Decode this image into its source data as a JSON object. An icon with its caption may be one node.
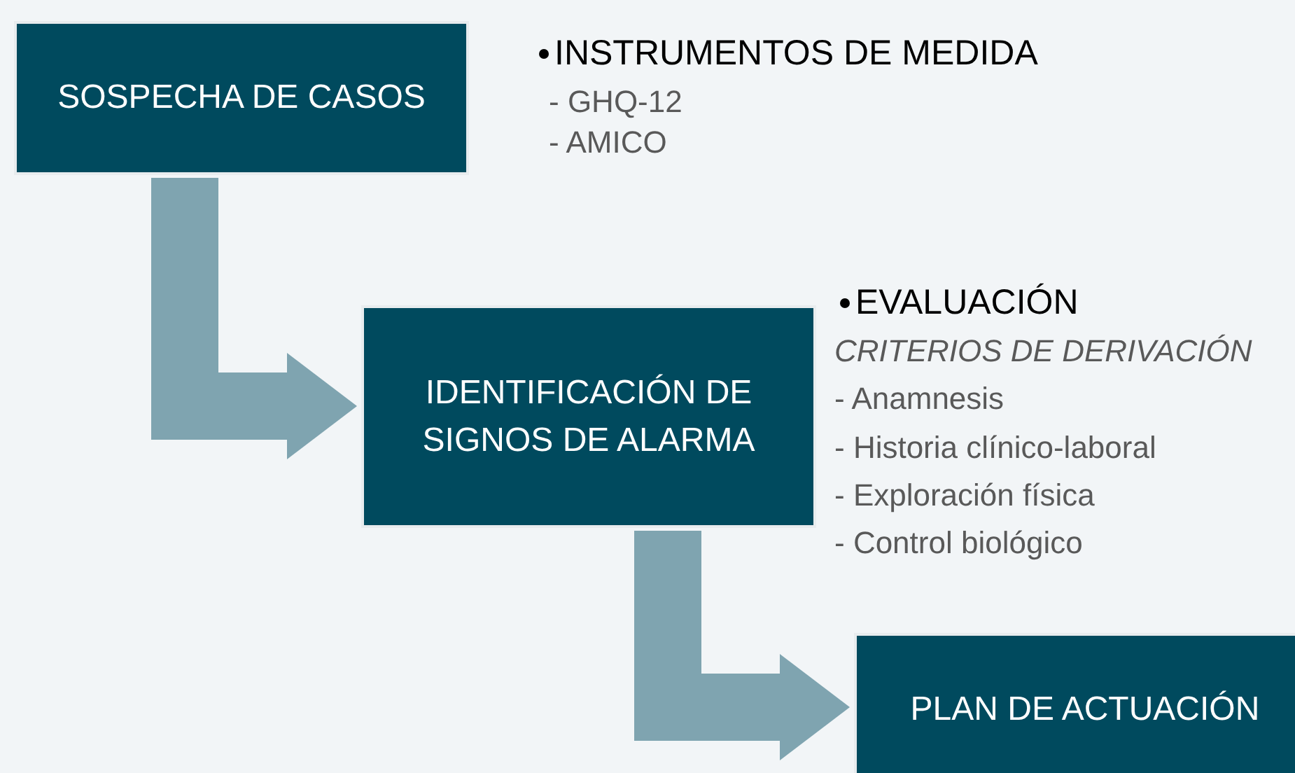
{
  "diagram": {
    "nodes": [
      {
        "text": [
          "SOSPECHA DE CASOS"
        ]
      },
      {
        "text": [
          "IDENTIFICACIÓN DE SIGNOS DE ALARMA"
        ]
      },
      {
        "text": [
          "PLAN DE ACTUACIÓN"
        ]
      }
    ],
    "edges": [
      {
        "from": 0,
        "to": 1,
        "arrow": "to"
      },
      {
        "from": 1,
        "to": 2,
        "arrow": "to"
      }
    ],
    "labels": [
      "INSTRUMENTOS DE MEDIDA",
      "- GHQ-12",
      "- AMICO",
      "EVALUACIÓN",
      "CRITERIOS DE DERIVACIÓN",
      "- Anamnesis",
      "- Historia clínico-laboral",
      "- Exploración física",
      "- Control biológico"
    ]
  }
}
